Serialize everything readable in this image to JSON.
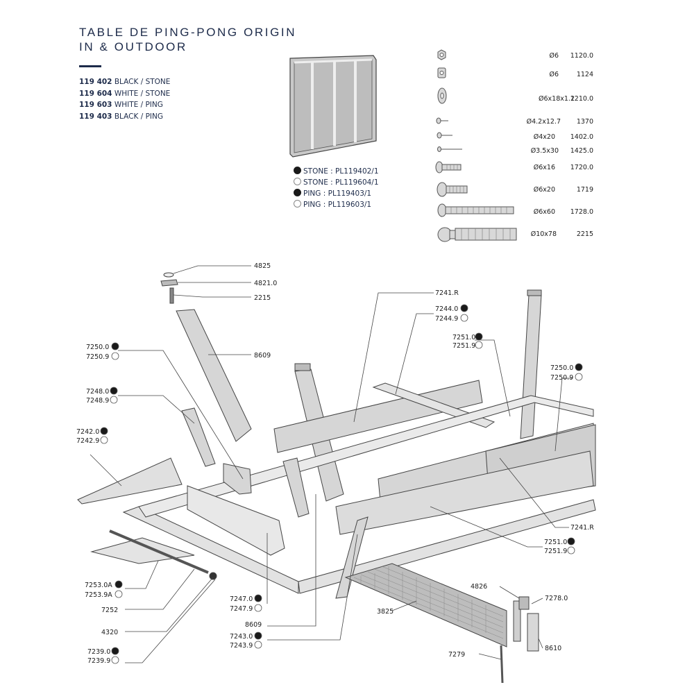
{
  "header": {
    "title_line1": "TABLE DE PING-PONG ORIGIN",
    "title_line2": "IN & OUTDOOR"
  },
  "models": [
    {
      "code": "119 402",
      "name": "BLACK / STONE"
    },
    {
      "code": "119 604",
      "name": "WHITE / STONE"
    },
    {
      "code": "119 603",
      "name": "WHITE / PING"
    },
    {
      "code": "119 403",
      "name": "BLACK / PING"
    }
  ],
  "variants": [
    {
      "color": "black",
      "label": "STONE : PL119402/1"
    },
    {
      "color": "white",
      "label": "STONE : PL119604/1"
    },
    {
      "color": "black",
      "label": "PING : PL119403/1"
    },
    {
      "color": "white",
      "label": "PING : PL119603/1"
    }
  ],
  "hardware": [
    {
      "icon": "nut-icon",
      "size": "Ø6",
      "ref": "1120.0"
    },
    {
      "icon": "lock-nut-icon",
      "size": "Ø6",
      "ref": "1124"
    },
    {
      "icon": "washer-icon",
      "size": "Ø6x18x1.2",
      "ref": "1210.0"
    },
    {
      "icon": "screw-icon",
      "size": "Ø4.2x12.7",
      "ref": "1370"
    },
    {
      "icon": "screw-icon",
      "size": "Ø4x20",
      "ref": "1402.0"
    },
    {
      "icon": "screw-icon",
      "size": "Ø3.5x30",
      "ref": "1425.0"
    },
    {
      "icon": "bolt-icon",
      "size": "Ø6x16",
      "ref": "1720.0"
    },
    {
      "icon": "bolt-icon",
      "size": "Ø6x20",
      "ref": "1719"
    },
    {
      "icon": "bolt-icon",
      "size": "Ø6x60",
      "ref": "1728.0"
    },
    {
      "icon": "ball-bolt-icon",
      "size": "Ø10x78",
      "ref": "2215"
    }
  ],
  "parts": [
    {
      "id": "4825"
    },
    {
      "id": "4821.0"
    },
    {
      "id": "2215"
    },
    {
      "id": "8609"
    },
    {
      "id": "7241.R"
    },
    {
      "id": "7244.0"
    },
    {
      "id": "7244.9"
    },
    {
      "id": "7250.0"
    },
    {
      "id": "7250.9"
    },
    {
      "id": "7251.0"
    },
    {
      "id": "7251.9"
    },
    {
      "id": "7248.0"
    },
    {
      "id": "7248.9"
    },
    {
      "id": "7250.0"
    },
    {
      "id": "7250.9"
    },
    {
      "id": "7242.0"
    },
    {
      "id": "7242.9"
    },
    {
      "id": "7241.R"
    },
    {
      "id": "7251.0"
    },
    {
      "id": "7251.9"
    },
    {
      "id": "7253.0A"
    },
    {
      "id": "7253.9A"
    },
    {
      "id": "7252"
    },
    {
      "id": "4320"
    },
    {
      "id": "7239.0"
    },
    {
      "id": "7239.9"
    },
    {
      "id": "7247.0"
    },
    {
      "id": "7247.9"
    },
    {
      "id": "8609"
    },
    {
      "id": "7243.0"
    },
    {
      "id": "7243.9"
    },
    {
      "id": "3825"
    },
    {
      "id": "4826"
    },
    {
      "id": "7278.0"
    },
    {
      "id": "8610"
    },
    {
      "id": "7279"
    }
  ]
}
